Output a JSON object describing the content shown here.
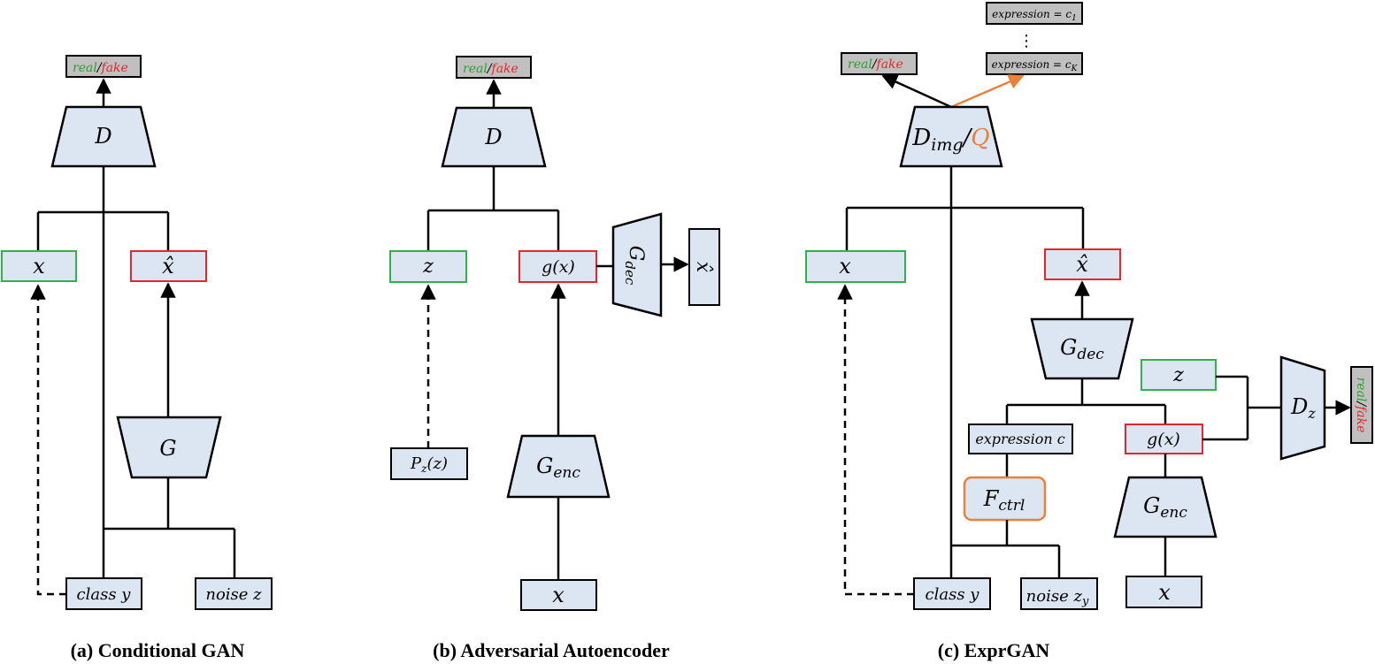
{
  "colors": {
    "box_fill": "#dce6f2",
    "tag_fill": "#c0c0c0",
    "real_green": "#2ca02c",
    "fake_red": "#e8242c",
    "border_green": "#2eb24a",
    "border_red": "#e8242c",
    "orange": "#e8813a"
  },
  "panels": {
    "a": {
      "caption": "(a) Conditional GAN",
      "disc": "D",
      "gen": "G",
      "x": "x",
      "xhat": "x̂",
      "class": "class y",
      "noise": "noise z",
      "real": "real",
      "slash": "/",
      "fake": "fake"
    },
    "b": {
      "caption": "(b) Adversarial Autoencoder",
      "disc": "D",
      "z": "z",
      "gx": "g(x)",
      "gdec": "G",
      "gdec_sub": "dec",
      "xhat": "x̂",
      "pz": "P",
      "pz_sub": "z",
      "pz_arg": "(z)",
      "genc": "G",
      "genc_sub": "enc",
      "x": "x",
      "real": "real",
      "slash": "/",
      "fake": "fake"
    },
    "c": {
      "caption": "(c) ExprGAN",
      "dimg": "D",
      "dimg_sub": "img",
      "slash": "/",
      "q": "Q",
      "expr1": "expression = c",
      "expr1_sub": "1",
      "dots": "⋮",
      "exprK": "expression = c",
      "exprK_sub": "K",
      "x": "x",
      "xhat": "x̂",
      "gdec": "G",
      "gdec_sub": "dec",
      "z": "z",
      "dz": "D",
      "dz_sub": "z",
      "expr_c": "expression c",
      "gx": "g(x)",
      "fctrl": "F",
      "fctrl_sub": "ctrl",
      "genc": "G",
      "genc_sub": "enc",
      "class": "class y",
      "noise": "noise z",
      "noise_sub": "y",
      "x_bottom": "x",
      "real": "real",
      "fake": "fake"
    }
  }
}
